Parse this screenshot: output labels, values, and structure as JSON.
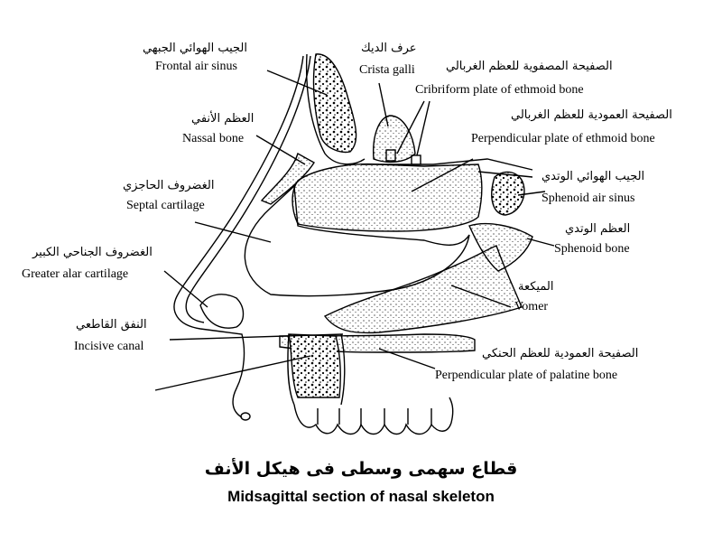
{
  "labels": {
    "frontal_air_sinus": {
      "en": "Frontal air sinus",
      "ar": "الجيب الهوائي الجبهي"
    },
    "crista_galli": {
      "en": "Crista galli",
      "ar": "عرف الديك"
    },
    "cribriform_plate": {
      "en": "Cribriform plate of ethmoid bone",
      "ar": "الصفيحة المصفوية للعظم الغربالي"
    },
    "nasal_bone": {
      "en": "Nassal bone",
      "ar": "العظم الأنفي"
    },
    "perpendicular_plate_ethmoid": {
      "en": "Perpendicular plate of ethmoid bone",
      "ar": "الصفيحة العمودية للعظم الغربالي"
    },
    "septal_cartilage": {
      "en": "Septal cartilage",
      "ar": "الغضروف الحاجزي"
    },
    "sphenoid_air_sinus": {
      "en": "Sphenoid air sinus",
      "ar": "الجيب الهوائي الوتدي"
    },
    "sphenoid_bone": {
      "en": "Sphenoid bone",
      "ar": "العظم الوتدي"
    },
    "greater_alar_cartilage": {
      "en": "Greater alar cartilage",
      "ar": "الغضروف الجناحي الكبير"
    },
    "vomer": {
      "en": "Vomer",
      "ar": "الميكعة"
    },
    "incisive_canal": {
      "en": "Incisive canal",
      "ar": "النفق القاطعي"
    },
    "perpendicular_plate_palatine": {
      "en": "Perpendicular plate of palatine bone",
      "ar": "الصفيحة العمودية للعظم الحنكي"
    }
  },
  "caption": {
    "ar": "قطاع سهمى وسطى فى هيكل الأنف",
    "en": "Midsagittal section of nasal skeleton"
  }
}
